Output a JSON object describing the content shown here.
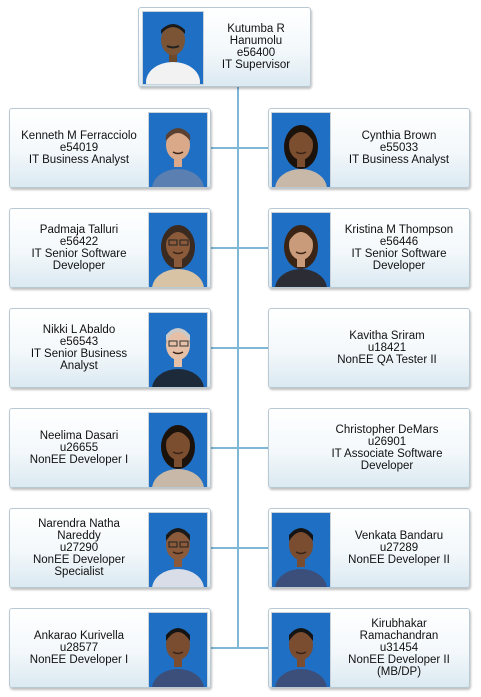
{
  "supervisor": {
    "name": "Kutumba R Hanumolu",
    "id": "e56400",
    "title": "IT Supervisor"
  },
  "left": [
    {
      "name": "Kenneth M Ferracciolo",
      "id": "e54019",
      "title": [
        "IT Business Analyst"
      ],
      "photo": "photo-male-balding"
    },
    {
      "name": "Padmaja Talluri",
      "id": "e56422",
      "title": [
        "IT Senior Software",
        "Developer"
      ],
      "photo": "photo-female-glasses"
    },
    {
      "name": "Nikki L Abaldo",
      "id": "e56543",
      "title": [
        "IT Senior Business",
        "Analyst"
      ],
      "photo": "photo-female-gray-hair"
    },
    {
      "name": "Neelima Dasari",
      "id": "u26655",
      "title": [
        "NonEE Developer I"
      ],
      "photo": "photo-female"
    },
    {
      "name": [
        "Narendra Natha",
        "Nareddy"
      ],
      "id": "u27290",
      "title": [
        "NonEE Developer",
        "Specialist"
      ],
      "photo": "photo-male-glasses"
    },
    {
      "name": "Ankarao Kurivella",
      "id": "u28577",
      "title": [
        "NonEE Developer I"
      ],
      "photo": "photo-male"
    }
  ],
  "right": [
    {
      "name": "Cynthia Brown",
      "id": "e55033",
      "title": [
        "IT Business Analyst"
      ],
      "photo": "photo-female"
    },
    {
      "name": "Kristina M Thompson",
      "id": "e56446",
      "title": [
        "IT Senior Software",
        "Developer"
      ],
      "photo": "photo-female-long-hair"
    },
    {
      "name": "Kavitha Sriram",
      "id": "u18421",
      "title": [
        "NonEE QA Tester II"
      ],
      "photo": null
    },
    {
      "name": "Christopher DeMars",
      "id": "u26901",
      "title": [
        "IT Associate Software",
        "Developer"
      ],
      "photo": null
    },
    {
      "name": "Venkata Bandaru",
      "id": "u27289",
      "title": [
        "NonEE Developer II"
      ],
      "photo": "photo-male"
    },
    {
      "name": [
        "Kirubhakar",
        "Ramachandran"
      ],
      "id": "u31454",
      "title": [
        "NonEE Developer II",
        "(MB/DP)"
      ],
      "photo": "photo-male"
    }
  ],
  "colors": {
    "photo_bg": "#1f6fc4",
    "connector": "#7fb7d6",
    "card_border": "#b9c9d3"
  }
}
